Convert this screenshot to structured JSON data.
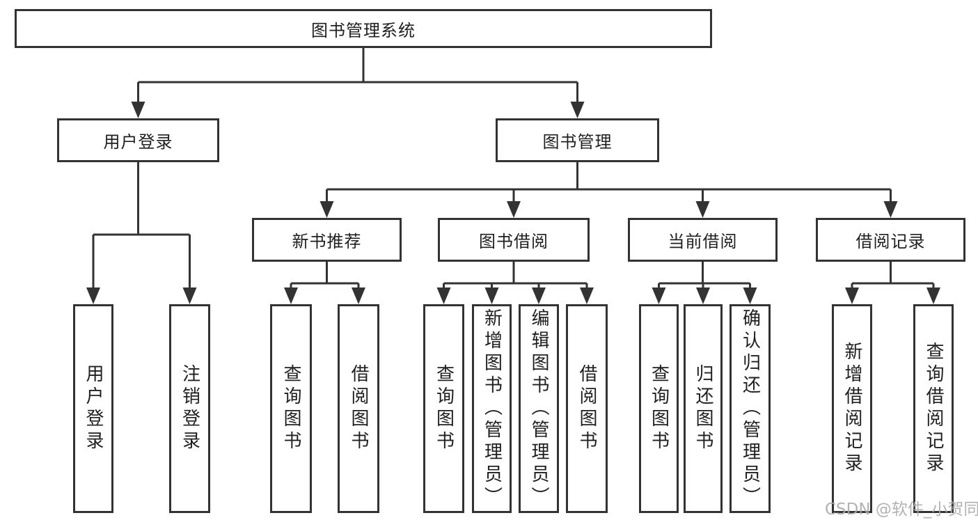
{
  "diagram": {
    "root": {
      "label": "图书管理系统",
      "children": [
        {
          "label": "用户登录",
          "children": [
            {
              "label": "用户登录"
            },
            {
              "label": "注销登录"
            }
          ]
        },
        {
          "label": "图书管理",
          "children": [
            {
              "label": "新书推荐",
              "children": [
                {
                  "label": "查询图书"
                },
                {
                  "label": "借阅图书"
                }
              ]
            },
            {
              "label": "图书借阅",
              "children": [
                {
                  "label": "查询图书"
                },
                {
                  "label": "新增图书（管理员）"
                },
                {
                  "label": "编辑图书（管理员）"
                },
                {
                  "label": "借阅图书"
                }
              ]
            },
            {
              "label": "当前借阅",
              "children": [
                {
                  "label": "查询图书"
                },
                {
                  "label": "归还图书"
                },
                {
                  "label": "确认归还（管理员）"
                }
              ]
            },
            {
              "label": "借阅记录",
              "children": [
                {
                  "label": "新增借阅记录"
                },
                {
                  "label": "查询借阅记录"
                }
              ]
            }
          ]
        }
      ]
    }
  },
  "watermark": {
    "text": "CSDN @软件_小贺同学"
  }
}
